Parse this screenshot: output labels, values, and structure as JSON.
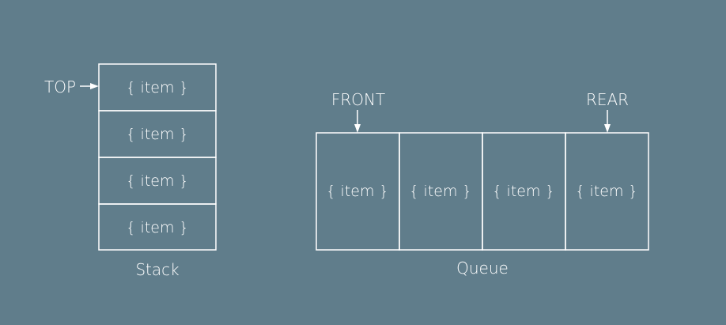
{
  "stack": {
    "label": "Stack",
    "top_label": "TOP",
    "items": [
      "{ item }",
      "{ item }",
      "{ item }",
      "{ item }"
    ]
  },
  "queue": {
    "label": "Queue",
    "front_label": "FRONT",
    "rear_label": "REAR",
    "items": [
      "{ item }",
      "{ item }",
      "{ item }",
      "{ item }"
    ]
  },
  "colors": {
    "background": "#607d8b",
    "stroke": "#ffffff",
    "text": "#ffffff"
  }
}
